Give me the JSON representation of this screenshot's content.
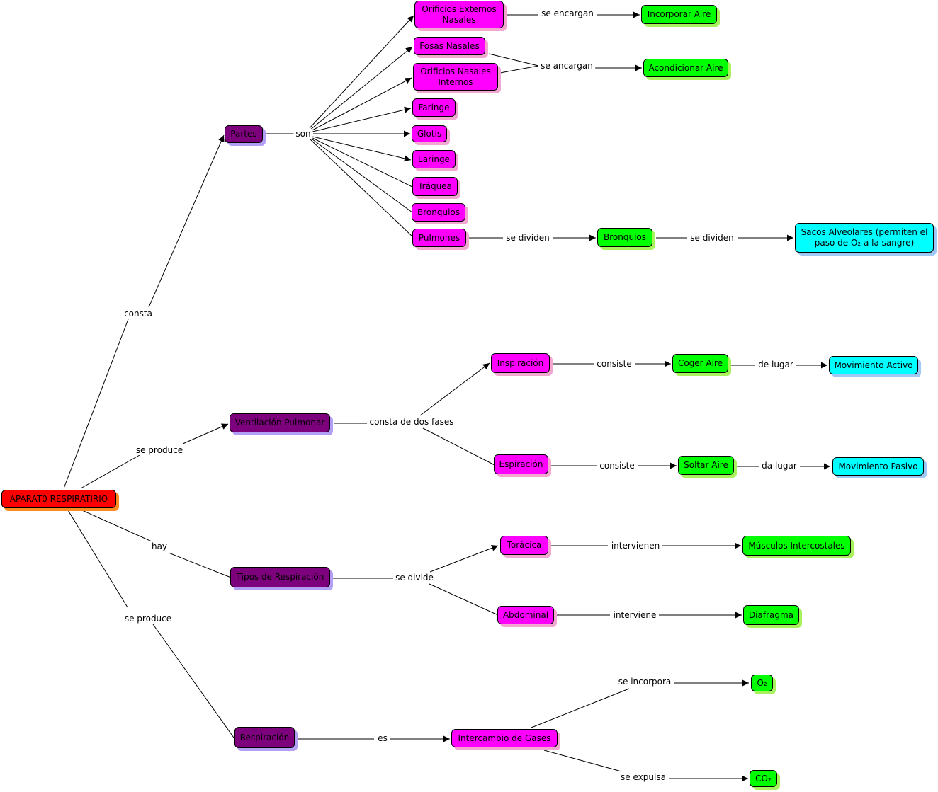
{
  "nodes": {
    "root": "APARAT0 RESPIRATIRIO",
    "partes": "Partes",
    "ventilacion": "Ventilación Pulmonar",
    "tipos": "Tipos de Respiración",
    "respiracion": "Respiración",
    "orificios_externos": "Orificios Externos\nNasales",
    "fosas": "Fosas Nasales",
    "orificios_internos": "Orificios Nasales\nInternos",
    "faringe": "Faringe",
    "glotis": "Glotis",
    "laringe": "Laringe",
    "traquea": "Tráquea",
    "bronquios1": "Bronquios",
    "pulmones": "Pulmones",
    "incorporar_aire": "Incorporar Aire",
    "acondicionar_aire": "Acondicionar Aire",
    "bronquios2": "Bronquios",
    "sacos": "Sacos Alveolares (permiten el\npaso de O₂ a la sangre)",
    "inspiracion": "Inspiración",
    "espiracion": "Espiración",
    "coger_aire": "Coger Aire",
    "soltar_aire": "Soltar Aire",
    "mov_activo": "Movimiento Activo",
    "mov_pasivo": "Movimiento Pasivo",
    "toracica": "Torácica",
    "abdominal": "Abdominal",
    "musculos": "Músculos Intercostales",
    "diafragma": "Diafragma",
    "intercambio": "Intercambio de Gases",
    "o2": "O₂",
    "co2": "CO₂"
  },
  "labels": {
    "consta": "consta",
    "se_produce_1": "se produce",
    "hay": "hay",
    "se_produce_2": "se produce",
    "son": "son",
    "se_encargan": "se encargan",
    "se_ancargan": "se ancargan",
    "se_dividen_1": "se dividen",
    "se_dividen_2": "se dividen",
    "consta_de_dos_fases": "consta de dos fases",
    "consiste_1": "consiste",
    "consiste_2": "consiste",
    "de_lugar": "de lugar",
    "da_lugar": "da lugar",
    "se_divide": "se divide",
    "intervienen": "intervienen",
    "interviene": "interviene",
    "es": "es",
    "se_incorpora": "se incorpora",
    "se_expulsa": "se expulsa"
  },
  "colors": {
    "root": "#ff0000",
    "category": "#7d007d",
    "part": "#ff00ff",
    "function": "#00ff00",
    "result": "#00ffff"
  }
}
